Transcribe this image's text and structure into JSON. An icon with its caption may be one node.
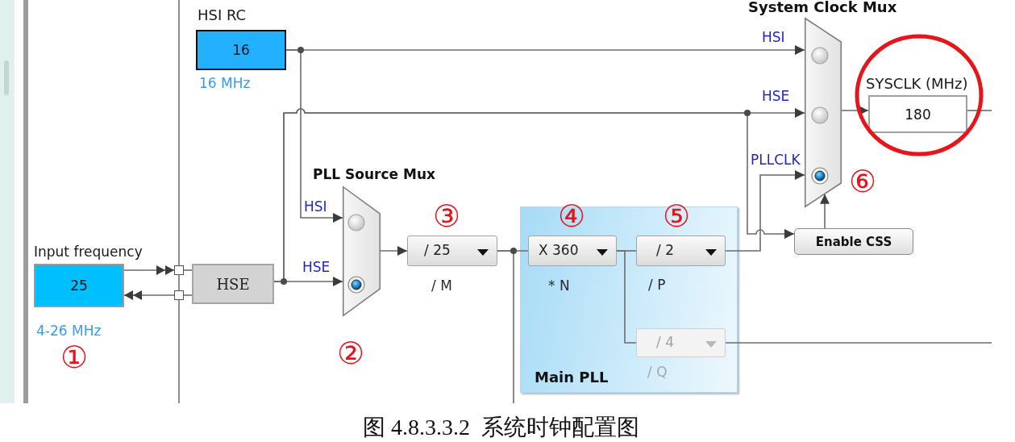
{
  "diagram": {
    "caption": "图 4.8.3.3.2  系统时钟配置图",
    "nodes": [
      {
        "text": [
          "Input frequency",
          "25"
        ],
        "beside": [
          "4-26 MHz"
        ]
      },
      {
        "text": [],
        "shape": "box"
      },
      {
        "text": [],
        "shape": "box"
      },
      {
        "text": [
          "HSE"
        ]
      },
      {
        "text": [
          "HSI RC",
          "16"
        ],
        "beside": [
          "16 MHz"
        ]
      },
      {
        "text": [
          "PLL Source Mux"
        ]
      },
      {
        "text": [
          "/ 25"
        ],
        "beside": [
          "/ M"
        ]
      },
      {
        "text": [
          "Main PLL"
        ]
      },
      {
        "text": [
          "X 360"
        ],
        "beside": [
          "* N"
        ],
        "in": 7
      },
      {
        "text": [
          "/ 2"
        ],
        "beside": [
          "/ P"
        ],
        "in": 7
      },
      {
        "text": [
          "/ 4"
        ],
        "beside": [
          "/ Q"
        ],
        "in": 7
      },
      {
        "text": [
          "System Clock Mux"
        ]
      },
      {
        "text": [
          "SYSCLK (MHz)",
          "180"
        ]
      },
      {
        "text": [
          "Enable CSS"
        ]
      }
    ],
    "edges": [
      {
        "from": 0,
        "to": 1,
        "arrow": "to"
      },
      {
        "from": 2,
        "to": 0,
        "arrow": "to"
      },
      {
        "from": 1,
        "to": 3,
        "arrow": "none"
      },
      {
        "from": 2,
        "to": 3,
        "arrow": "none"
      },
      {
        "from": 4,
        "to": 11,
        "arrow": "to",
        "label": "HSI"
      },
      {
        "from": 4,
        "to": 5,
        "arrow": "to",
        "label": "HSI"
      },
      {
        "from": 3,
        "to": 5,
        "arrow": "to",
        "label": "HSE"
      },
      {
        "from": 3,
        "to": 11,
        "arrow": "to",
        "label": "HSE"
      },
      {
        "from": 3,
        "to": 13,
        "arrow": "to"
      },
      {
        "from": 5,
        "to": 6,
        "arrow": "to"
      },
      {
        "from": 6,
        "to": 8,
        "arrow": "none"
      },
      {
        "from": 6,
        "to": null,
        "arrow": "none"
      },
      {
        "from": 8,
        "to": 9,
        "arrow": "none"
      },
      {
        "from": 8,
        "to": 10,
        "arrow": "none"
      },
      {
        "from": 9,
        "to": 11,
        "arrow": "to",
        "label": "PLLCLK"
      },
      {
        "from": 10,
        "to": null,
        "arrow": "none"
      },
      {
        "from": 11,
        "to": 12,
        "arrow": "to"
      },
      {
        "from": 12,
        "to": null,
        "arrow": "none"
      },
      {
        "from": 13,
        "to": 11,
        "arrow": "to"
      }
    ],
    "labels": [
      "①",
      "②",
      "③",
      "④",
      "⑤",
      "⑥"
    ]
  }
}
